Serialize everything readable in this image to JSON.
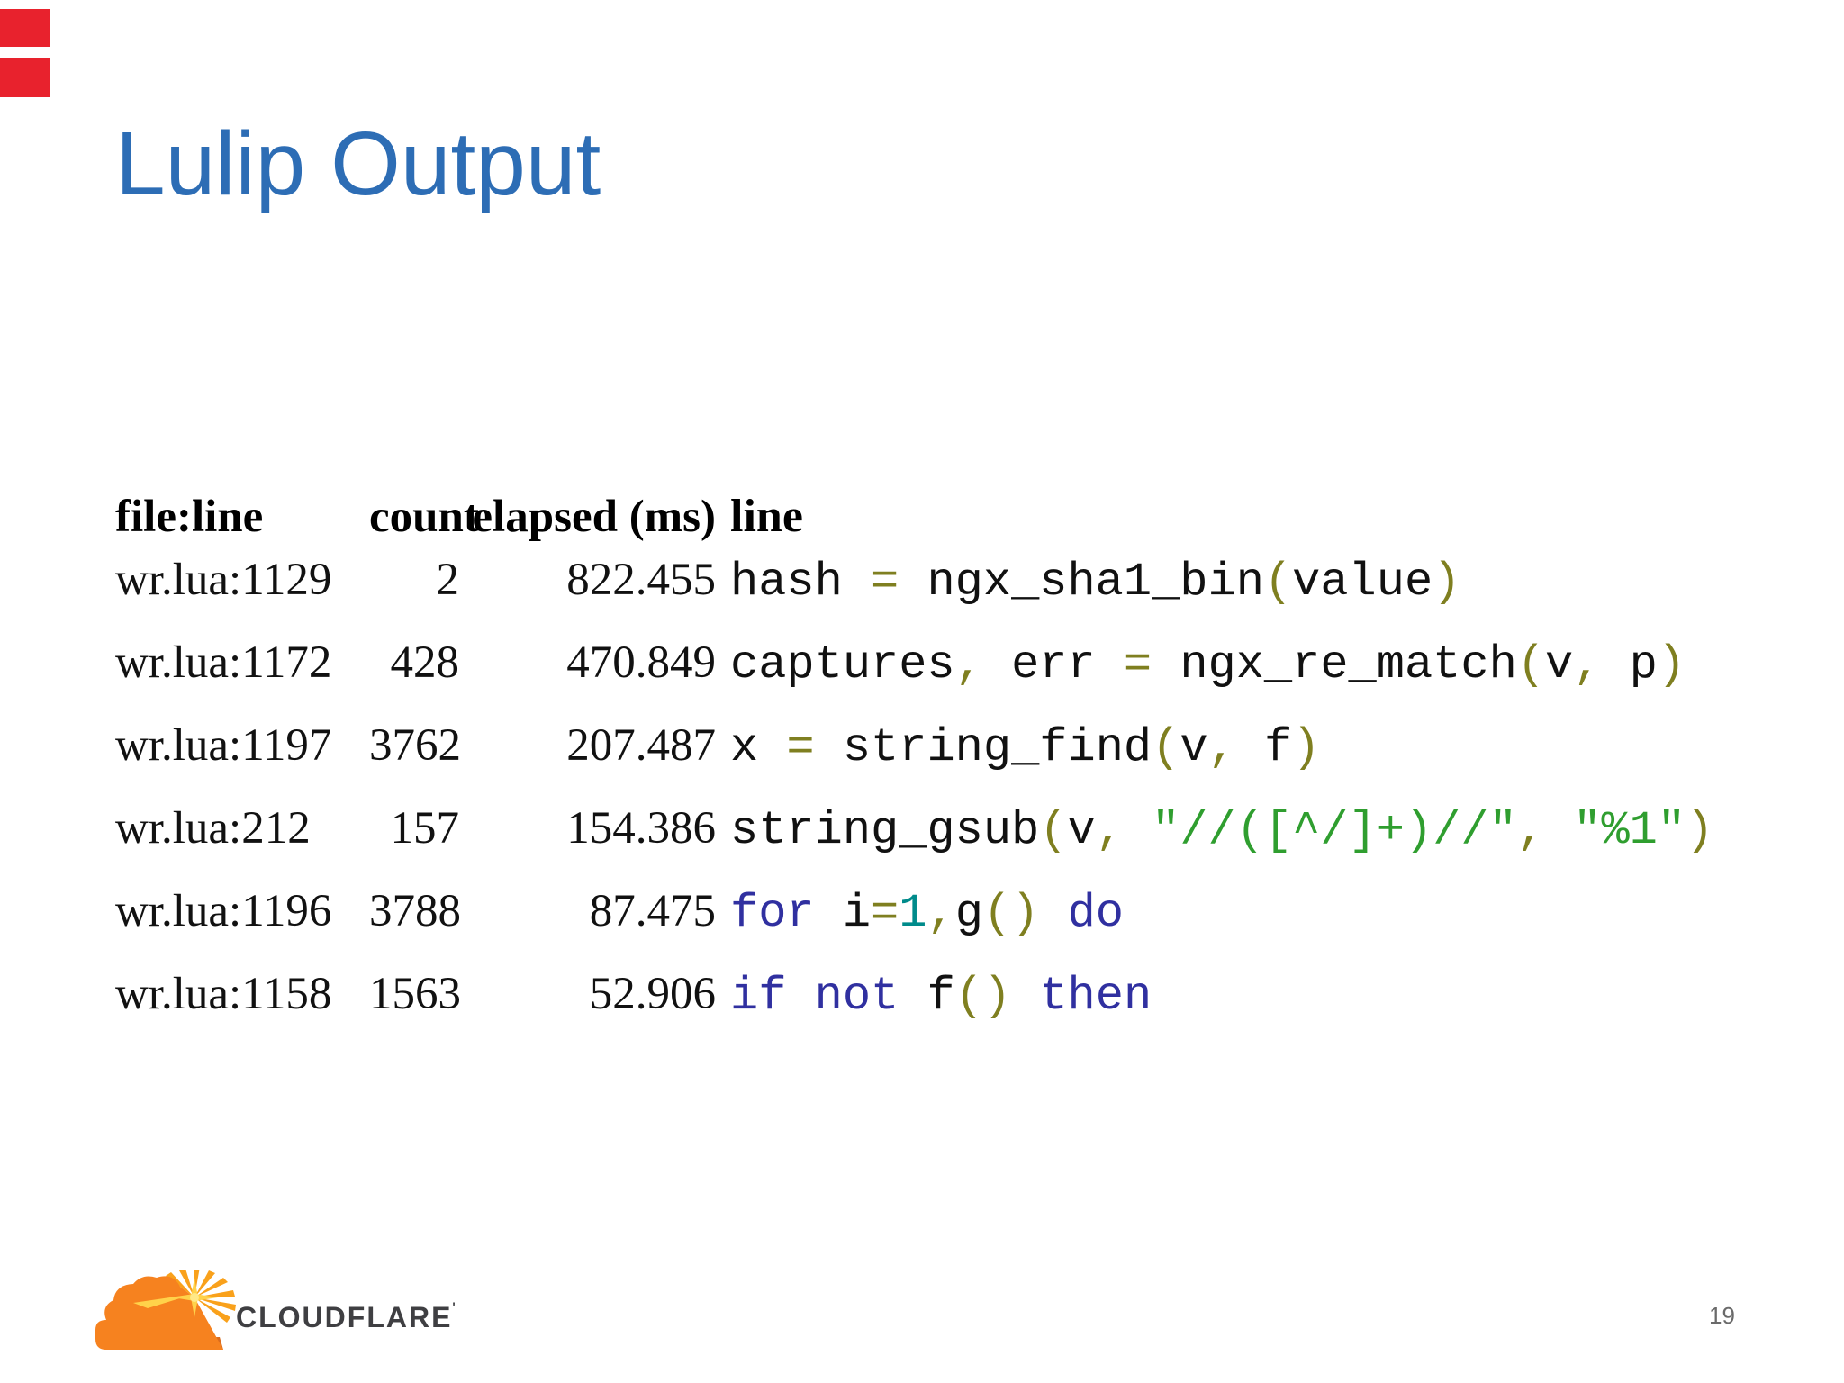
{
  "slide": {
    "title": "Lulip Output",
    "page_number": "19"
  },
  "colors": {
    "accent_red": "#e8222d",
    "title_blue": "#2d6db5",
    "token_plain": "#111111",
    "token_operator_olive": "#7f7f20",
    "token_keyword_blue": "#3030a0",
    "token_number_teal": "#008b8b",
    "token_string_green": "#2f9e2f",
    "brand_gray": "#3f3f42",
    "logo_orange": "#f6821f",
    "logo_ray_yellow": "#f9a11b"
  },
  "table": {
    "headers": {
      "file_line": "file:line",
      "count": "count",
      "elapsed": "elapsed (ms)",
      "line": "line"
    },
    "rows": [
      {
        "file_line": "wr.lua:1129",
        "count": "2",
        "elapsed": "822.455",
        "code": [
          [
            "hash ",
            "p"
          ],
          [
            "=",
            "o"
          ],
          [
            " ngx_sha1_bin",
            "p"
          ],
          [
            "(",
            "o"
          ],
          [
            "value",
            "p"
          ],
          [
            ")",
            "o"
          ]
        ]
      },
      {
        "file_line": "wr.lua:1172",
        "count": "428",
        "elapsed": "470.849",
        "code": [
          [
            "captures",
            "p"
          ],
          [
            ",",
            "o"
          ],
          [
            " err ",
            "p"
          ],
          [
            "=",
            "o"
          ],
          [
            " ngx_re_match",
            "p"
          ],
          [
            "(",
            "o"
          ],
          [
            "v",
            "p"
          ],
          [
            ",",
            "o"
          ],
          [
            " p",
            "p"
          ],
          [
            ")",
            "o"
          ]
        ]
      },
      {
        "file_line": "wr.lua:1197",
        "count": "3762",
        "elapsed": "207.487",
        "code": [
          [
            "x ",
            "p"
          ],
          [
            "=",
            "o"
          ],
          [
            " string_find",
            "p"
          ],
          [
            "(",
            "o"
          ],
          [
            "v",
            "p"
          ],
          [
            ",",
            "o"
          ],
          [
            " f",
            "p"
          ],
          [
            ")",
            "o"
          ]
        ]
      },
      {
        "file_line": "wr.lua:212",
        "count": "157",
        "elapsed": "154.386",
        "code": [
          [
            "string_gsub",
            "p"
          ],
          [
            "(",
            "o"
          ],
          [
            "v",
            "p"
          ],
          [
            ",",
            "o"
          ],
          [
            " ",
            "p"
          ],
          [
            "\"//([^/]+)//\"",
            "s"
          ],
          [
            ",",
            "o"
          ],
          [
            " ",
            "p"
          ],
          [
            "\"%1\"",
            "s"
          ],
          [
            ")",
            "o"
          ]
        ]
      },
      {
        "file_line": "wr.lua:1196",
        "count": "3788",
        "elapsed": "87.475",
        "code": [
          [
            "for",
            "k"
          ],
          [
            " i",
            "p"
          ],
          [
            "=",
            "o"
          ],
          [
            "1",
            "n"
          ],
          [
            ",",
            "o"
          ],
          [
            "g",
            "p"
          ],
          [
            "()",
            "o"
          ],
          [
            " ",
            "p"
          ],
          [
            "do",
            "k"
          ]
        ]
      },
      {
        "file_line": "wr.lua:1158",
        "count": "1563",
        "elapsed": "52.906",
        "code": [
          [
            "if",
            "k"
          ],
          [
            " ",
            "p"
          ],
          [
            "not",
            "k"
          ],
          [
            " f",
            "p"
          ],
          [
            "()",
            "o"
          ],
          [
            " ",
            "p"
          ],
          [
            "then",
            "k"
          ]
        ]
      }
    ]
  },
  "footer": {
    "brand": "CLOUDFLARE",
    "brand_tick": "'"
  }
}
